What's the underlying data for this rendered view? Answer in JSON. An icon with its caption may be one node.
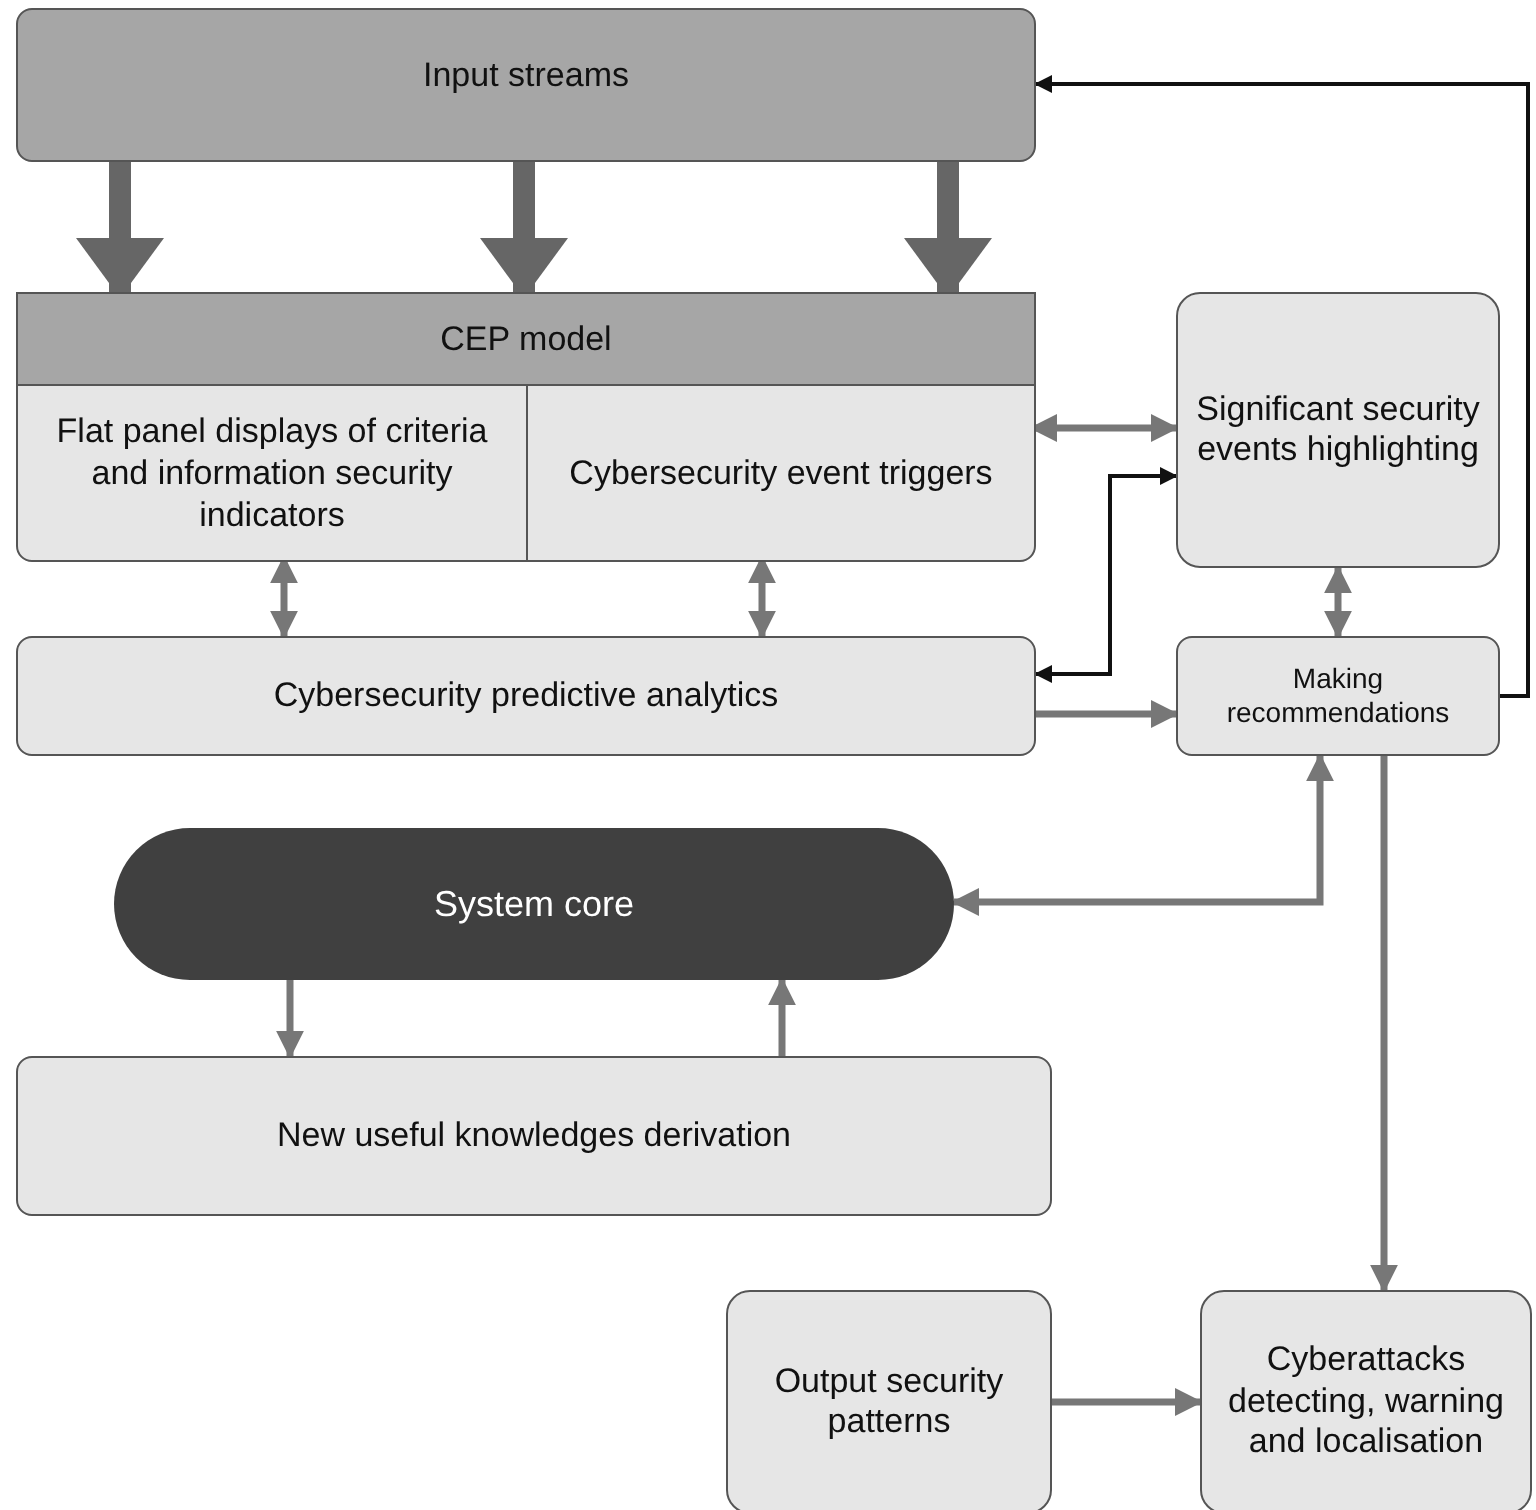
{
  "diagram": {
    "nodes": [
      {
        "text": [
          "Input streams"
        ]
      },
      {
        "text": [
          "CEP model"
        ]
      },
      {
        "text": [
          "Flat panel displays of criteria and information security indicators"
        ],
        "in": 1
      },
      {
        "text": [
          "Cybersecurity event triggers"
        ],
        "in": 1
      },
      {
        "text": [
          "Significant security events highlighting"
        ]
      },
      {
        "text": [
          "Cybersecurity predictive analytics"
        ]
      },
      {
        "text": [
          "Making recommendations"
        ]
      },
      {
        "text": [
          "System core"
        ]
      },
      {
        "text": [
          "New useful knowledges derivation"
        ]
      },
      {
        "text": [
          "Output security patterns"
        ]
      },
      {
        "text": [
          "Cyberattacks detecting, warning and localisation"
        ]
      }
    ],
    "edges": [
      {
        "from": 0,
        "to": 1,
        "arrow": "to",
        "style": "thick"
      },
      {
        "from": 0,
        "to": 1,
        "arrow": "to",
        "style": "thick"
      },
      {
        "from": 0,
        "to": 1,
        "arrow": "to",
        "style": "thick"
      },
      {
        "from": 3,
        "to": 4,
        "arrow": "both"
      },
      {
        "from": 2,
        "to": 5,
        "arrow": "both"
      },
      {
        "from": 3,
        "to": 5,
        "arrow": "both"
      },
      {
        "from": 5,
        "to": 4,
        "arrow": "both",
        "color": "#111111"
      },
      {
        "from": 5,
        "to": 6,
        "arrow": "to"
      },
      {
        "from": 4,
        "to": 6,
        "arrow": "both"
      },
      {
        "from": 6,
        "to": 0,
        "arrow": "to",
        "color": "#111111"
      },
      {
        "from": 6,
        "to": 7,
        "arrow": "both"
      },
      {
        "from": 6,
        "to": 10,
        "arrow": "to"
      },
      {
        "from": 7,
        "to": 8,
        "arrow": "to"
      },
      {
        "from": 8,
        "to": 7,
        "arrow": "to"
      },
      {
        "from": 9,
        "to": 10,
        "arrow": "to"
      }
    ]
  }
}
